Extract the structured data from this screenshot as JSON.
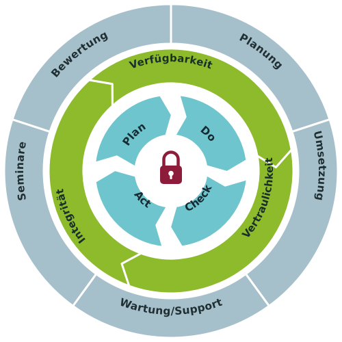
{
  "colors": {
    "outer_ring": "#a6c0cb",
    "green_ring": "#8dbb2c",
    "cycle": "#6ec5cd",
    "lock": "#8c1c3a",
    "text": "#1f2f33"
  },
  "outer_ring": {
    "segments": [
      {
        "label": "Planung"
      },
      {
        "label": "Umsetzung"
      },
      {
        "label": "Wartung/Support"
      },
      {
        "label": "Seminare"
      },
      {
        "label": "Bewertung"
      }
    ]
  },
  "green_ring": {
    "segments": [
      {
        "label": "Verfügbarkeit"
      },
      {
        "label": "Vertraulichkeit"
      },
      {
        "label": "Integrität"
      }
    ]
  },
  "cycle": {
    "steps": [
      {
        "label": "Plan"
      },
      {
        "label": "Do"
      },
      {
        "label": "Check"
      },
      {
        "label": "Act"
      }
    ]
  },
  "center": {
    "icon": "lock-icon"
  }
}
